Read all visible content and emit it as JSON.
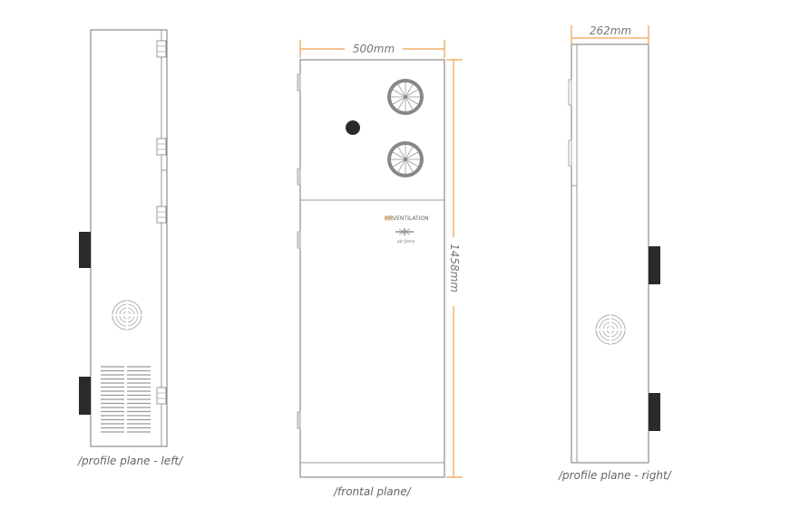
{
  "dimensions": {
    "width_front": "500mm",
    "width_side": "262mm",
    "height": "1458mm"
  },
  "captions": {
    "left": "/profile plane - left/",
    "front": "/frontal plane/",
    "right": "/profile plane - right/"
  },
  "logo": {
    "brand": "MRVENTILATION",
    "tagline": "air force"
  },
  "colors": {
    "dimension_line": "#f0a050",
    "outline": "#777777",
    "handle": "#2a2a2a"
  }
}
